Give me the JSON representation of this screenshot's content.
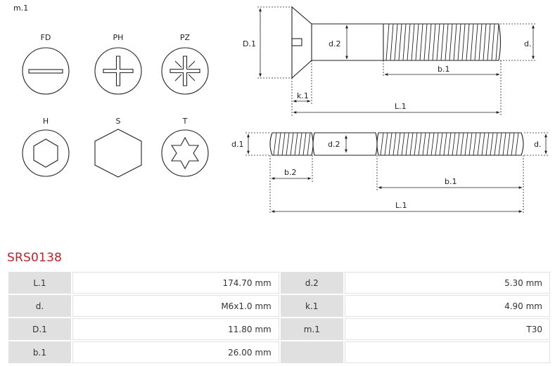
{
  "drawing": {
    "m1_label": "m.1",
    "drive_types": [
      {
        "code": "FD",
        "icon": "flat-slot-icon"
      },
      {
        "code": "PH",
        "icon": "phillips-icon"
      },
      {
        "code": "PZ",
        "icon": "pozidriv-icon"
      },
      {
        "code": "H",
        "icon": "hex-socket-icon"
      },
      {
        "code": "S",
        "icon": "hex-head-icon"
      },
      {
        "code": "T",
        "icon": "torx-icon"
      }
    ],
    "screw_dims": {
      "D1": "D.1",
      "d2": "d.2",
      "d": "d.",
      "b1": "b.1",
      "k1": "k.1",
      "L1": "L.1"
    },
    "stud_dims": {
      "d1": "d.1",
      "d2": "d.2",
      "d": "d.",
      "b2": "b.2",
      "b1": "b.1",
      "L1": "L.1"
    }
  },
  "product": {
    "code": "SRS0138"
  },
  "specs": [
    {
      "l1": "L.1",
      "v1": "174.70 mm",
      "l2": "d.2",
      "v2": "5.30 mm"
    },
    {
      "l1": "d.",
      "v1": "M6x1.0 mm",
      "l2": "k.1",
      "v2": "4.90 mm"
    },
    {
      "l1": "D.1",
      "v1": "11.80 mm",
      "l2": "m.1",
      "v2": "T30"
    },
    {
      "l1": "b.1",
      "v1": "26.00 mm",
      "l2": "",
      "v2": ""
    }
  ]
}
